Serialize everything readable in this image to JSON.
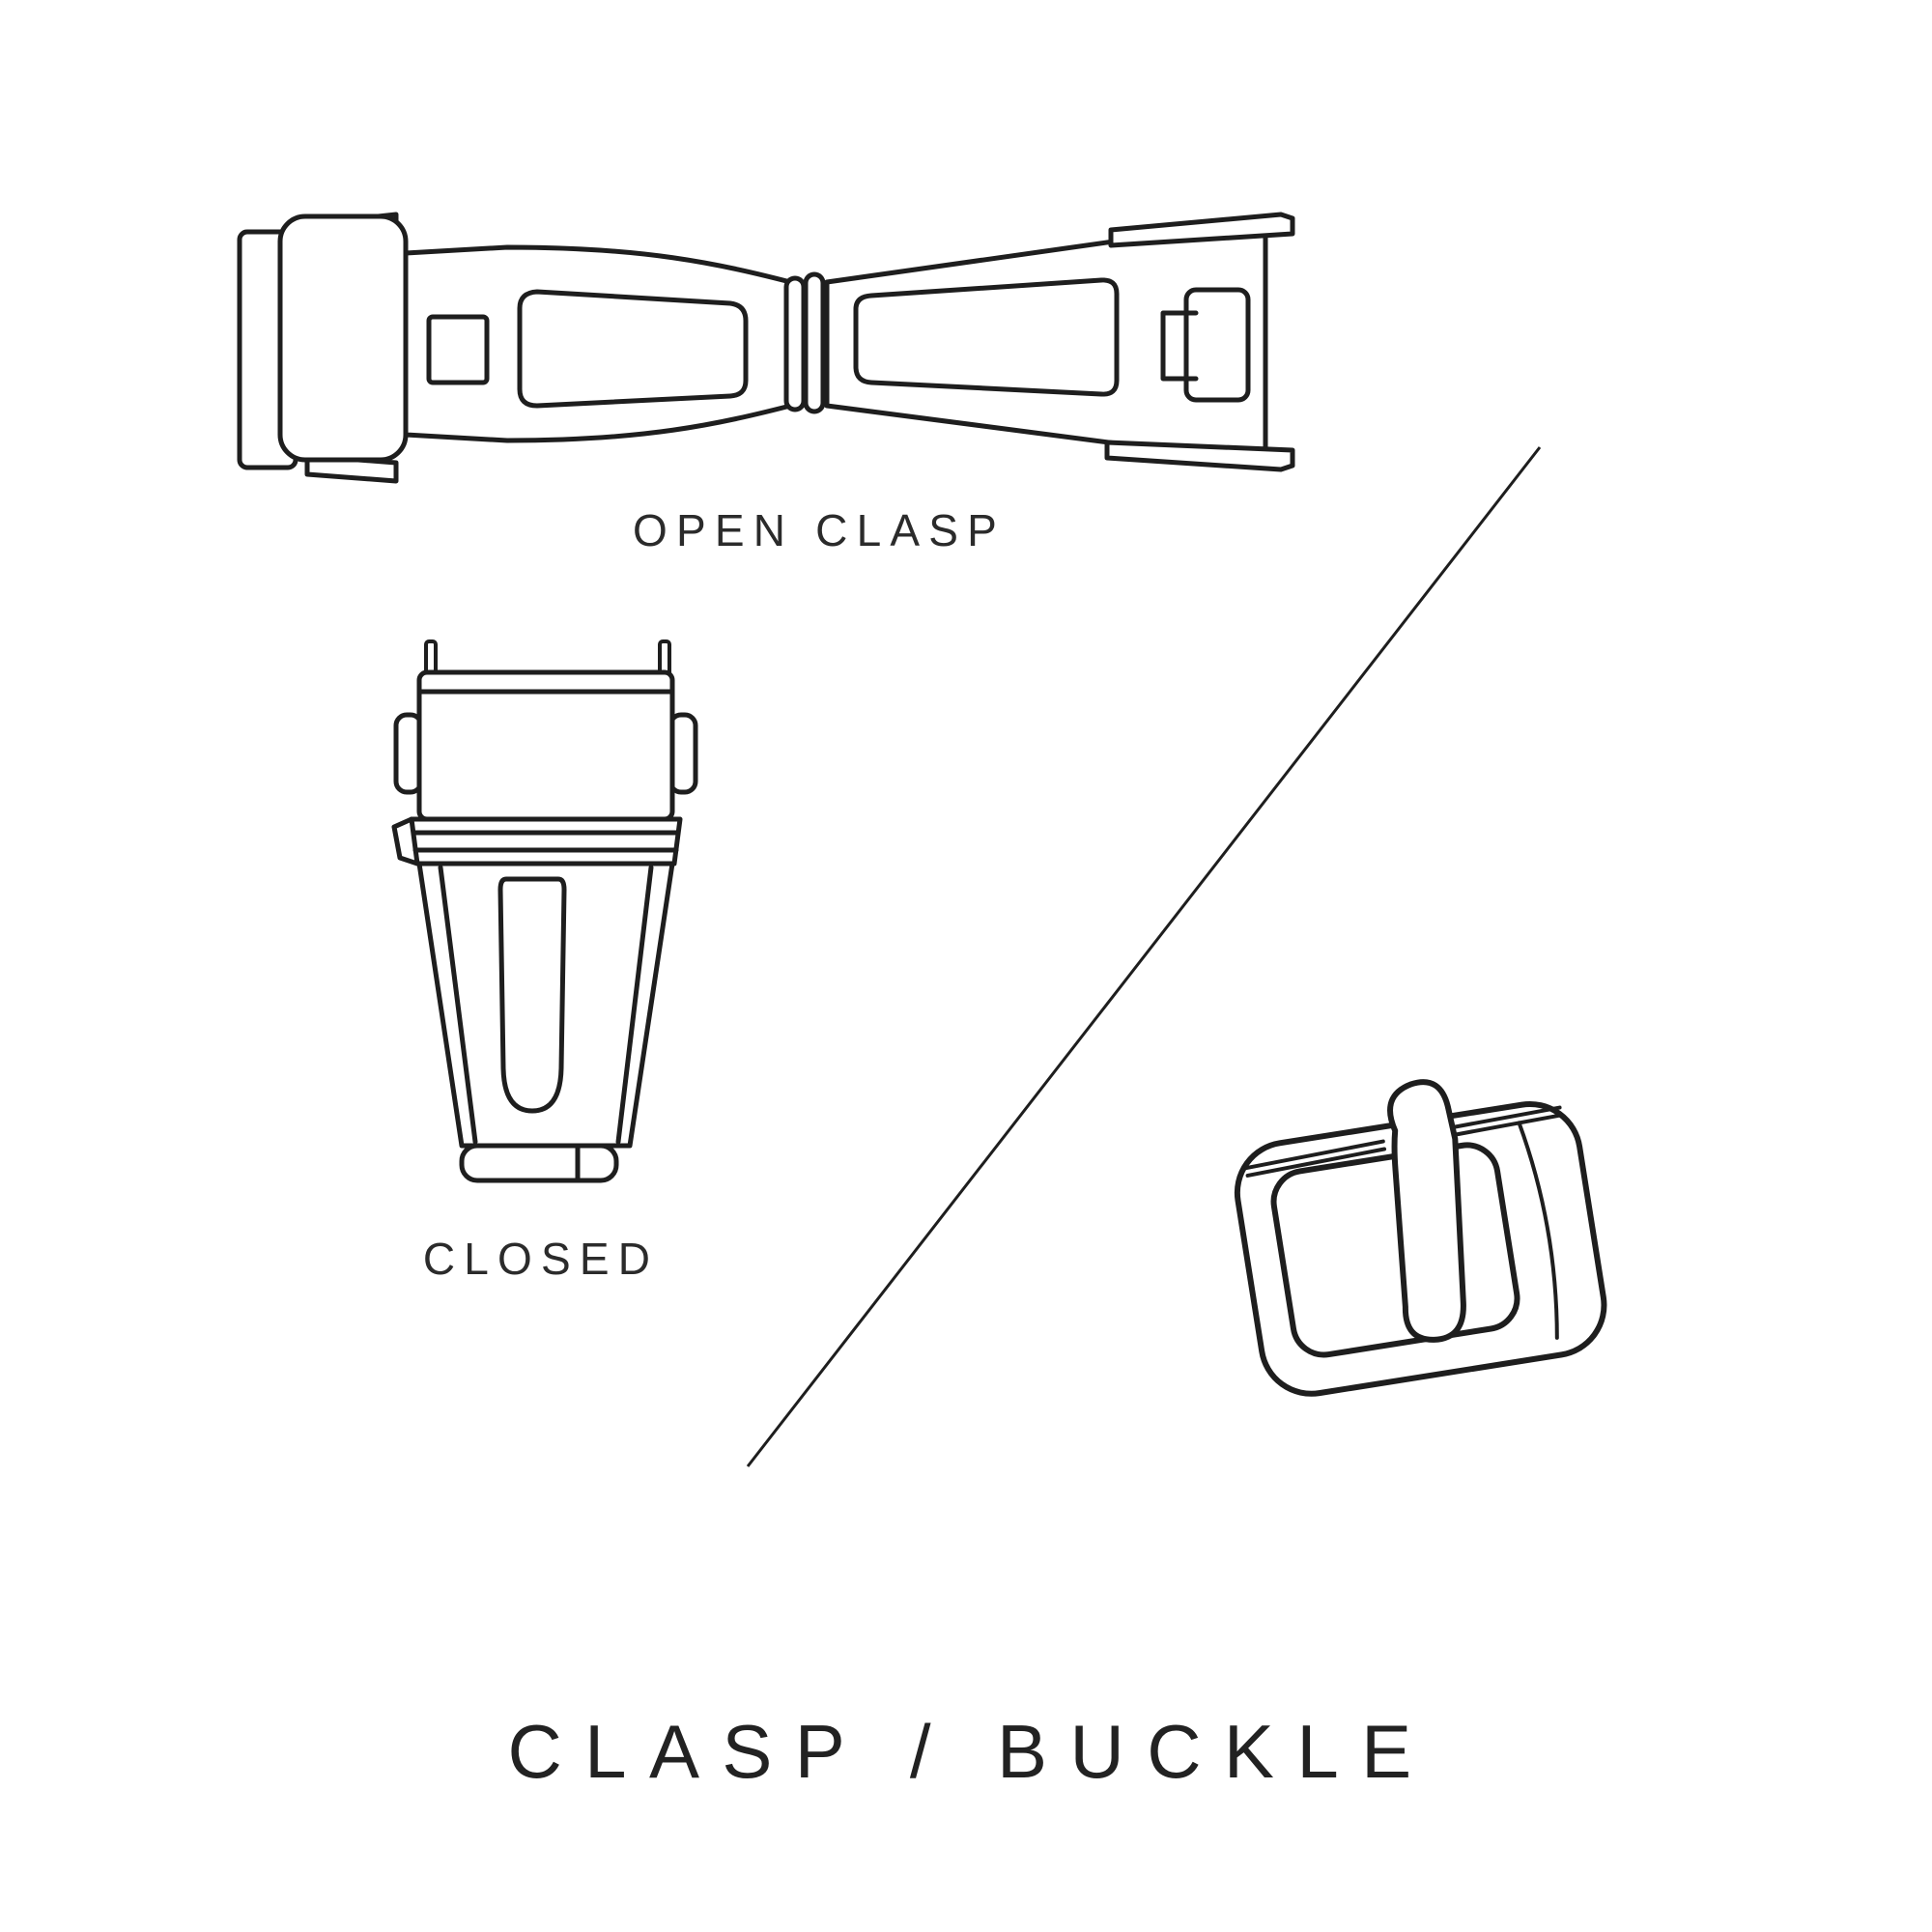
{
  "page": {
    "background_color": "#ffffff",
    "line_color": "#1e1e1e",
    "text_color": "#2b2b2b"
  },
  "title": {
    "text": "CLASP / BUCKLE"
  },
  "figures": {
    "open_clasp": {
      "label": "OPEN CLASP",
      "illustration": "open-deployant-clasp"
    },
    "closed_clasp": {
      "label": "CLOSED",
      "illustration": "closed-deployant-clasp"
    },
    "buckle": {
      "illustration": "tang-buckle"
    }
  },
  "divider": {
    "type": "diagonal-line"
  }
}
